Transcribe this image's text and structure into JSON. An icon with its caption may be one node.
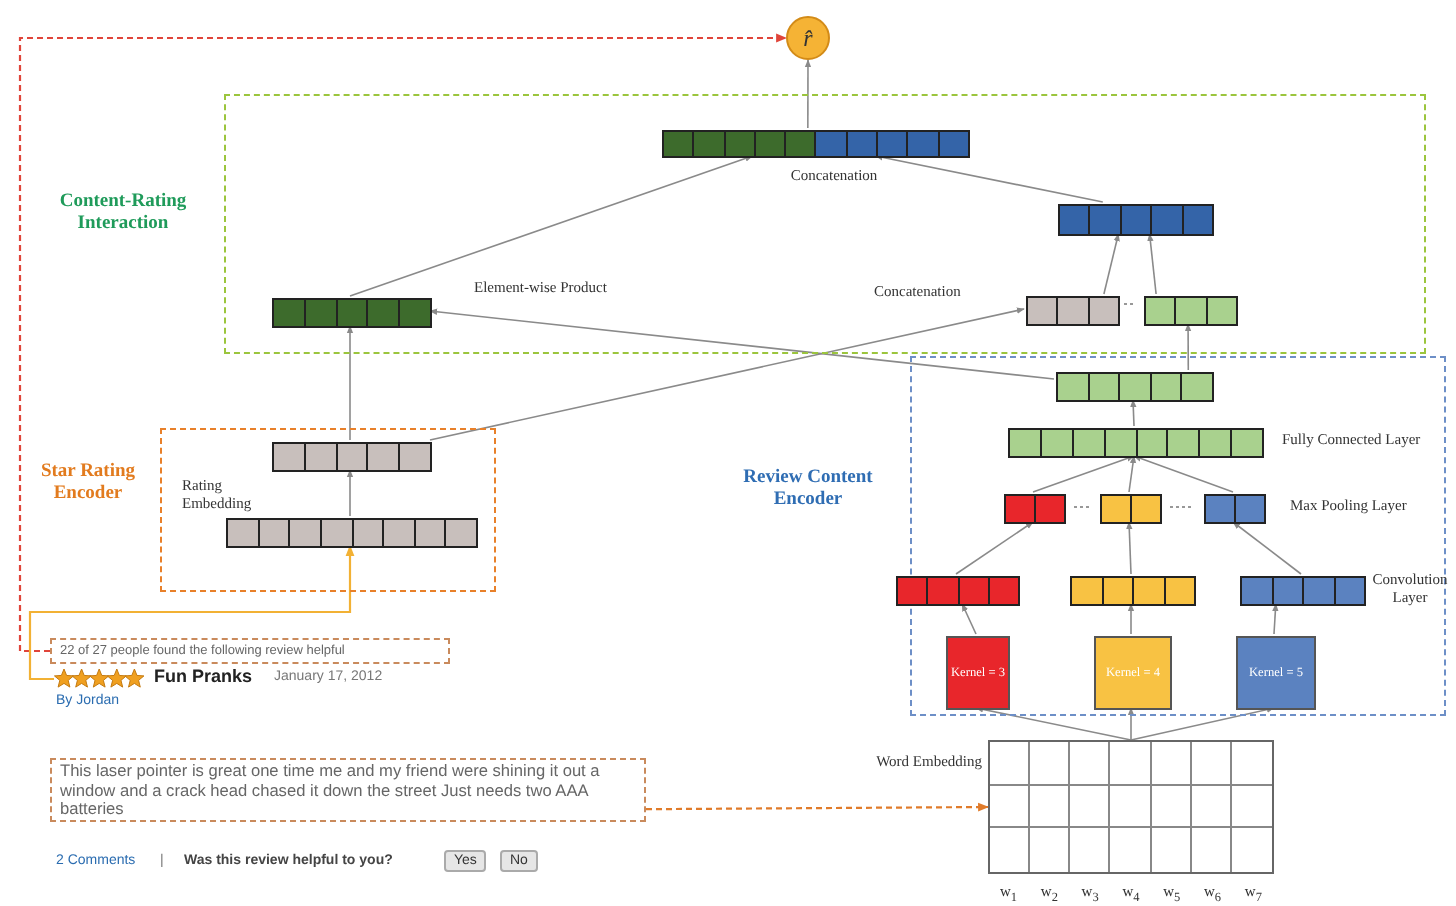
{
  "diagram": {
    "nodes": [
      {
        "text": [
          "r̂"
        ]
      },
      {
        "text": [
          "Content-Rating Interaction"
        ]
      },
      {
        "text": [],
        "shape": "bar",
        "in": 1,
        "beside": [
          "Concatenation"
        ]
      },
      {
        "text": [],
        "shape": "bar",
        "in": 1
      },
      {
        "text": [],
        "shape": "bar",
        "in": 1
      },
      {
        "text": [],
        "shape": "bar",
        "in": 1
      },
      {
        "text": [],
        "shape": "bar",
        "in": 1
      },
      {
        "text": [
          "Star Rating Encoder"
        ]
      },
      {
        "text": [],
        "shape": "bar",
        "in": 7
      },
      {
        "text": [],
        "shape": "bar",
        "in": 7,
        "beside": [
          "Rating Embedding"
        ]
      },
      {
        "text": [
          "Review Content Encoder"
        ]
      },
      {
        "text": [],
        "shape": "bar",
        "in": 10
      },
      {
        "text": [],
        "shape": "bar",
        "in": 10,
        "beside": [
          "Fully Connected Layer"
        ]
      },
      {
        "text": [],
        "shape": "bar",
        "in": 10
      },
      {
        "text": [],
        "shape": "bar",
        "in": 10
      },
      {
        "text": [],
        "shape": "bar",
        "in": 10,
        "beside": [
          "Max Pooling Layer"
        ]
      },
      {
        "text": [],
        "shape": "bar",
        "in": 10
      },
      {
        "text": [],
        "shape": "bar",
        "in": 10
      },
      {
        "text": [],
        "shape": "bar",
        "in": 10,
        "beside": [
          "Convolution Layer"
        ]
      },
      {
        "text": [
          "Kernel = 3"
        ],
        "in": 10
      },
      {
        "text": [
          "Kernel = 4"
        ],
        "in": 10
      },
      {
        "text": [
          "Kernel = 5"
        ],
        "in": 10
      },
      {
        "text": [],
        "shape": "box",
        "beside": [
          "Word Embedding",
          "w$_{1}$",
          "w$_{2}$",
          "w$_{3}$",
          "w$_{4}$",
          "w$_{5}$",
          "w$_{6}$",
          "w$_{7}$"
        ]
      },
      {
        "text": [
          "22 of 27 people found the following review helpful"
        ]
      },
      {
        "text": [],
        "shape": "star"
      },
      {
        "text": [
          "This laser pointer is great one time me and my friend were shining it out a window and a crack head chased it down the street Just needs two AAA batteries"
        ]
      }
    ],
    "edges": [
      {
        "from": 23,
        "to": 0,
        "arrow": "to",
        "style": "dashed",
        "color": "#e0453a"
      },
      {
        "from": 24,
        "to": 9,
        "arrow": "to",
        "color": "#f2b134"
      },
      {
        "from": 25,
        "to": 22,
        "arrow": "to",
        "style": "dashed",
        "color": "#e07b2a"
      },
      {
        "from": 9,
        "to": 8,
        "arrow": "to"
      },
      {
        "from": 8,
        "to": 3,
        "arrow": "to"
      },
      {
        "from": 8,
        "to": 5,
        "arrow": "to",
        "label": "Concatenation"
      },
      {
        "from": 11,
        "to": 3,
        "arrow": "to",
        "label": "Element-wise Product"
      },
      {
        "from": 11,
        "to": 6,
        "arrow": "to"
      },
      {
        "from": 5,
        "to": 4,
        "arrow": "to"
      },
      {
        "from": 6,
        "to": 4,
        "arrow": "to"
      },
      {
        "from": 3,
        "to": 2,
        "arrow": "to"
      },
      {
        "from": 4,
        "to": 2,
        "arrow": "to"
      },
      {
        "from": 2,
        "to": 0,
        "arrow": "to"
      },
      {
        "from": 12,
        "to": 11,
        "arrow": "to"
      },
      {
        "from": 13,
        "to": 12,
        "arrow": "to"
      },
      {
        "from": 14,
        "to": 12,
        "arrow": "to"
      },
      {
        "from": 15,
        "to": 12,
        "arrow": "to"
      },
      {
        "from": 16,
        "to": 13,
        "arrow": "to"
      },
      {
        "from": 17,
        "to": 14,
        "arrow": "to"
      },
      {
        "from": 18,
        "to": 15,
        "arrow": "to"
      },
      {
        "from": 19,
        "to": 16,
        "arrow": "to"
      },
      {
        "from": 20,
        "to": 17,
        "arrow": "to"
      },
      {
        "from": 21,
        "to": 18,
        "arrow": "to"
      },
      {
        "from": 22,
        "to": 19,
        "arrow": "to"
      },
      {
        "from": 22,
        "to": 20,
        "arrow": "to"
      },
      {
        "from": 22,
        "to": 21,
        "arrow": "to"
      }
    ],
    "labels": [
      "Fun Pranks",
      "January 17, 2012",
      "By Jordan",
      "2 Comments",
      "|",
      "Was this review helpful to you?",
      "Yes",
      "No"
    ]
  }
}
